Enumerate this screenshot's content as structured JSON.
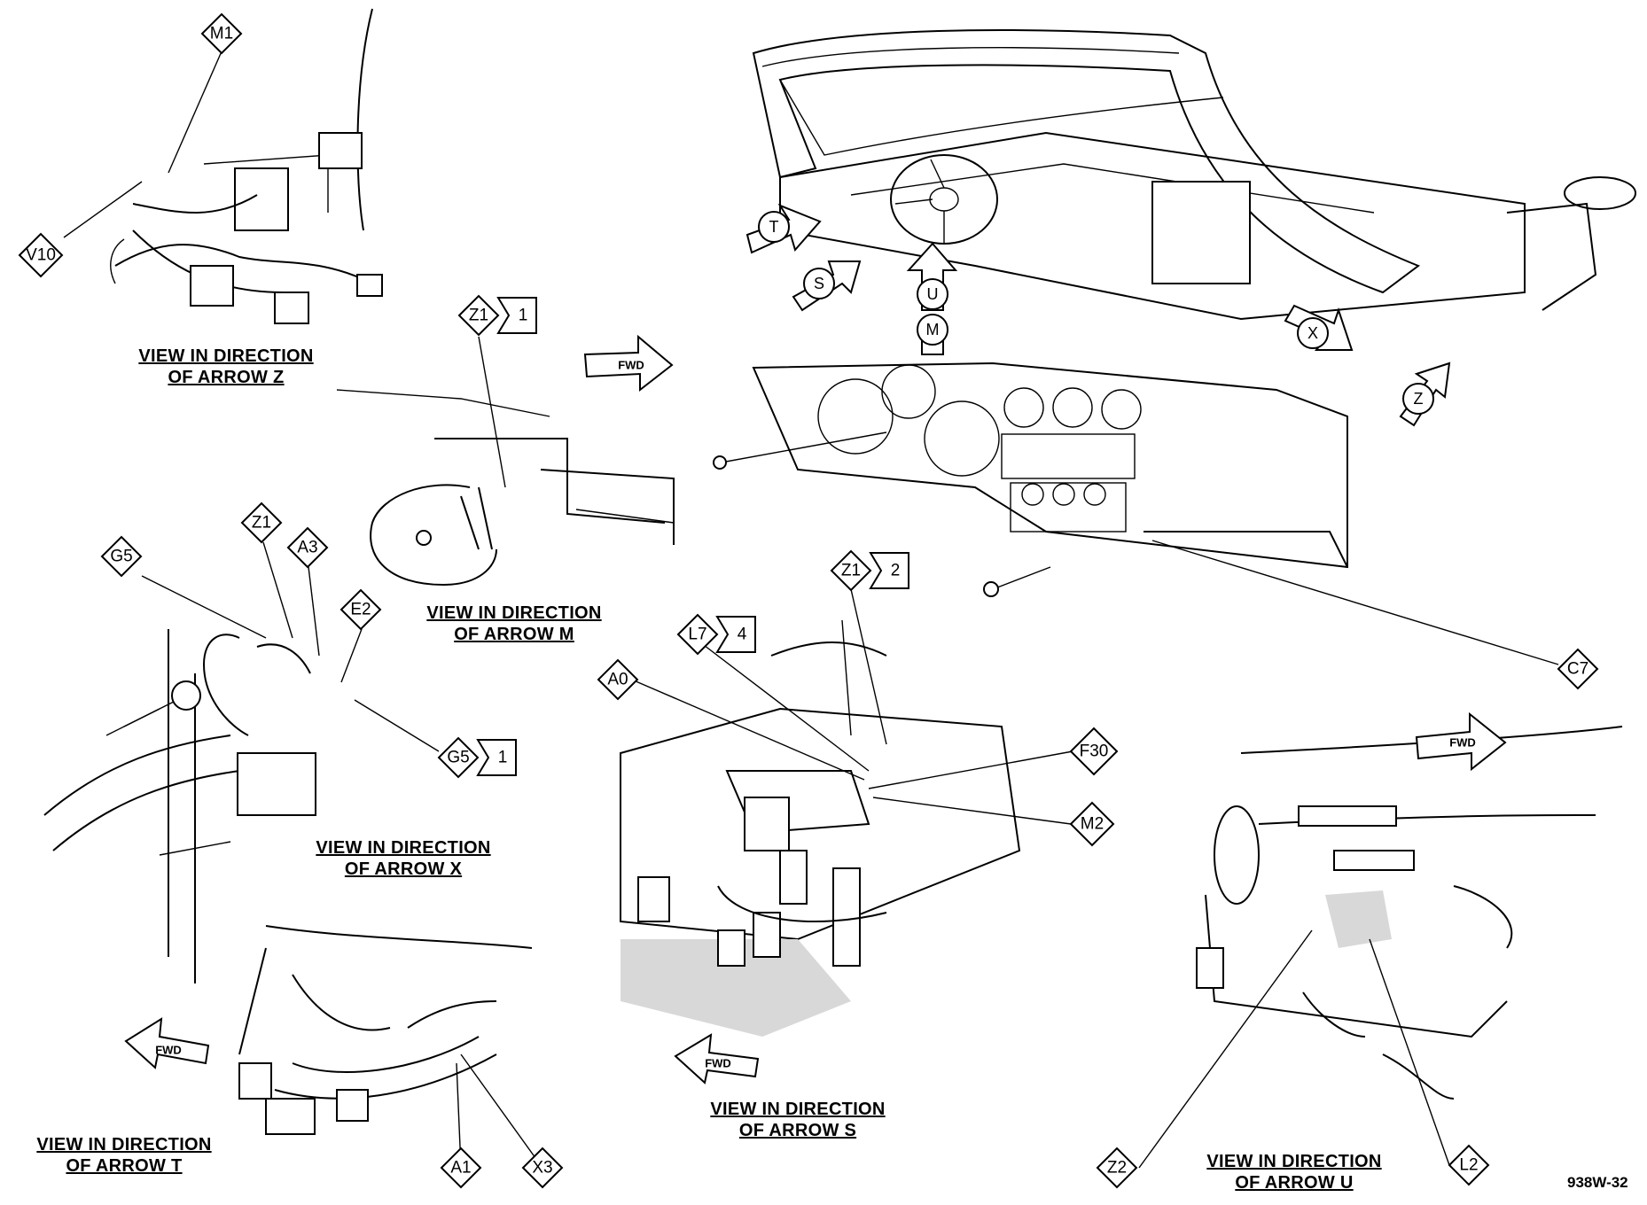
{
  "figure_id": "938W-32",
  "views": [
    {
      "id": "z",
      "line1": "VIEW IN DIRECTION",
      "line2": "OF ARROW Z"
    },
    {
      "id": "m",
      "line1": "VIEW IN DIRECTION",
      "line2": "OF ARROW M"
    },
    {
      "id": "x",
      "line1": "VIEW IN DIRECTION",
      "line2": "OF ARROW X"
    },
    {
      "id": "s",
      "line1": "VIEW IN DIRECTION",
      "line2": "OF ARROW S"
    },
    {
      "id": "t",
      "line1": "VIEW IN DIRECTION",
      "line2": "OF ARROW T"
    },
    {
      "id": "u",
      "line1": "VIEW IN DIRECTION",
      "line2": "OF ARROW U"
    }
  ],
  "callouts": [
    {
      "code": "M1",
      "sub": ""
    },
    {
      "code": "V10",
      "sub": ""
    },
    {
      "code": "Z1",
      "sub": "1"
    },
    {
      "code": "G5",
      "sub": ""
    },
    {
      "code": "Z1",
      "sub": ""
    },
    {
      "code": "A3",
      "sub": ""
    },
    {
      "code": "E2",
      "sub": ""
    },
    {
      "code": "G5",
      "sub": "1"
    },
    {
      "code": "Z1",
      "sub": "2"
    },
    {
      "code": "L7",
      "sub": "4"
    },
    {
      "code": "A0",
      "sub": ""
    },
    {
      "code": "F30",
      "sub": ""
    },
    {
      "code": "M2",
      "sub": ""
    },
    {
      "code": "C7",
      "sub": ""
    },
    {
      "code": "A1",
      "sub": ""
    },
    {
      "code": "X3",
      "sub": ""
    },
    {
      "code": "Z2",
      "sub": ""
    },
    {
      "code": "L2",
      "sub": ""
    }
  ],
  "direction_arrows": [
    "T",
    "S",
    "U",
    "M",
    "X",
    "Z"
  ],
  "fwd_label": "FWD"
}
